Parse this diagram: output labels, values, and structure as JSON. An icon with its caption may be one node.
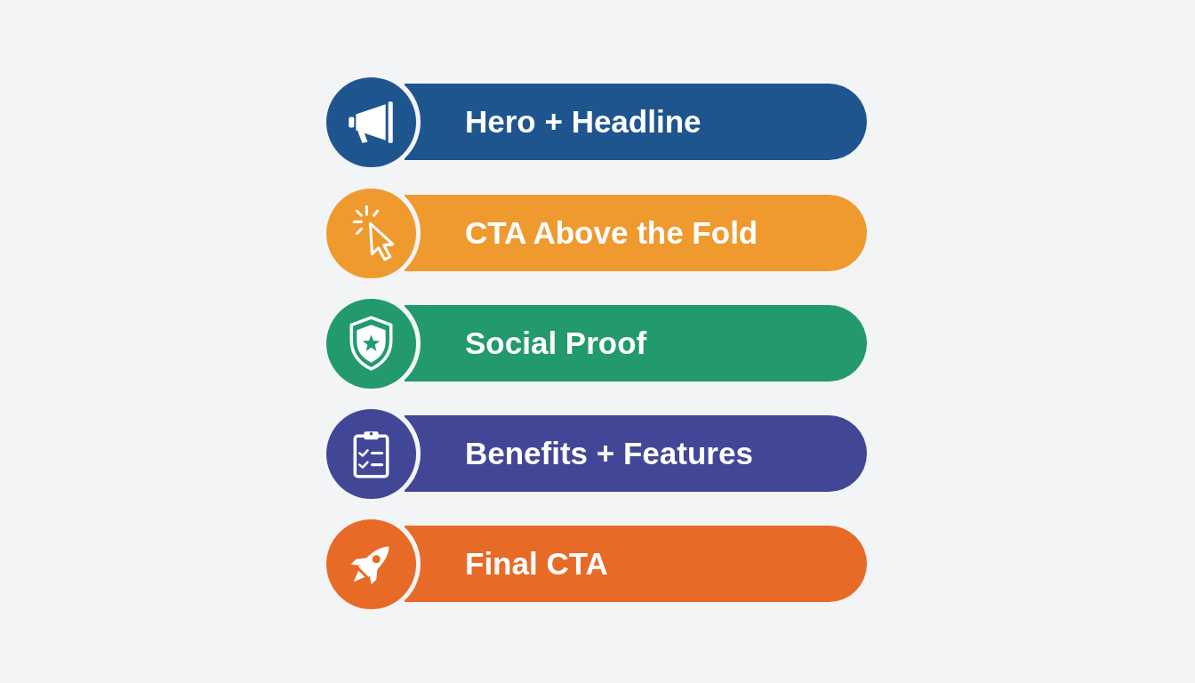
{
  "diagram": {
    "nodes": [
      {
        "text": [
          "Hero + Headline"
        ]
      },
      {
        "text": [
          "CTA Above the Fold"
        ]
      },
      {
        "text": [
          "Social Proof"
        ]
      },
      {
        "text": [
          "Benefits + Features"
        ]
      },
      {
        "text": [
          "Final CTA"
        ]
      }
    ]
  }
}
